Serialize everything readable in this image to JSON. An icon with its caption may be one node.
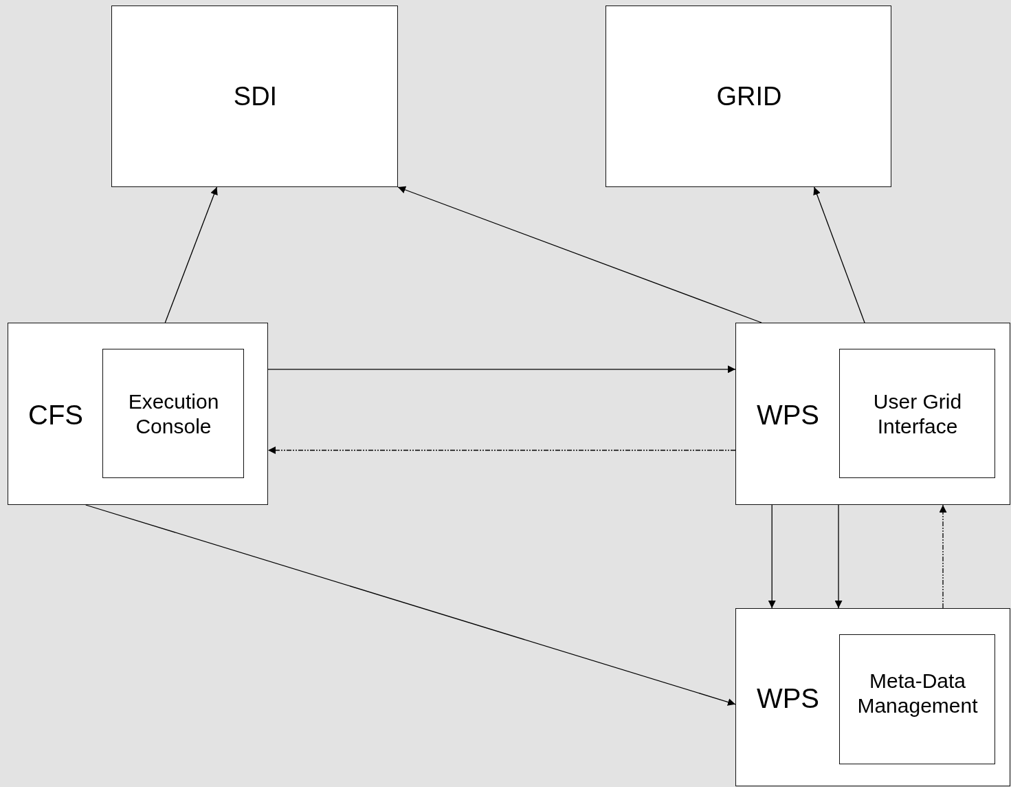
{
  "diagram": {
    "nodes": [
      {
        "text": [
          "SDI"
        ]
      },
      {
        "text": [
          "GRID"
        ]
      },
      {
        "text": [
          "CFS"
        ]
      },
      {
        "text": [
          "Execution Console"
        ],
        "in": 2
      },
      {
        "text": [
          "WPS"
        ]
      },
      {
        "text": [
          "User Grid Interface"
        ],
        "in": 4
      },
      {
        "text": [
          "WPS"
        ]
      },
      {
        "text": [
          "Meta-Data Management"
        ],
        "in": 6
      }
    ],
    "edges": [
      {
        "from": 2,
        "to": 0,
        "arrow": "to"
      },
      {
        "from": 4,
        "to": 0,
        "arrow": "to"
      },
      {
        "from": 4,
        "to": 1,
        "arrow": "to"
      },
      {
        "from": 2,
        "to": 4,
        "arrow": "to"
      },
      {
        "from": 4,
        "to": 2,
        "arrow": "to",
        "style": "dashed"
      },
      {
        "from": 4,
        "to": 6,
        "arrow": "to"
      },
      {
        "from": 4,
        "to": 6,
        "arrow": "to"
      },
      {
        "from": 6,
        "to": 4,
        "arrow": "to",
        "style": "dashed"
      },
      {
        "from": 2,
        "to": 6,
        "arrow": "to"
      }
    ]
  }
}
